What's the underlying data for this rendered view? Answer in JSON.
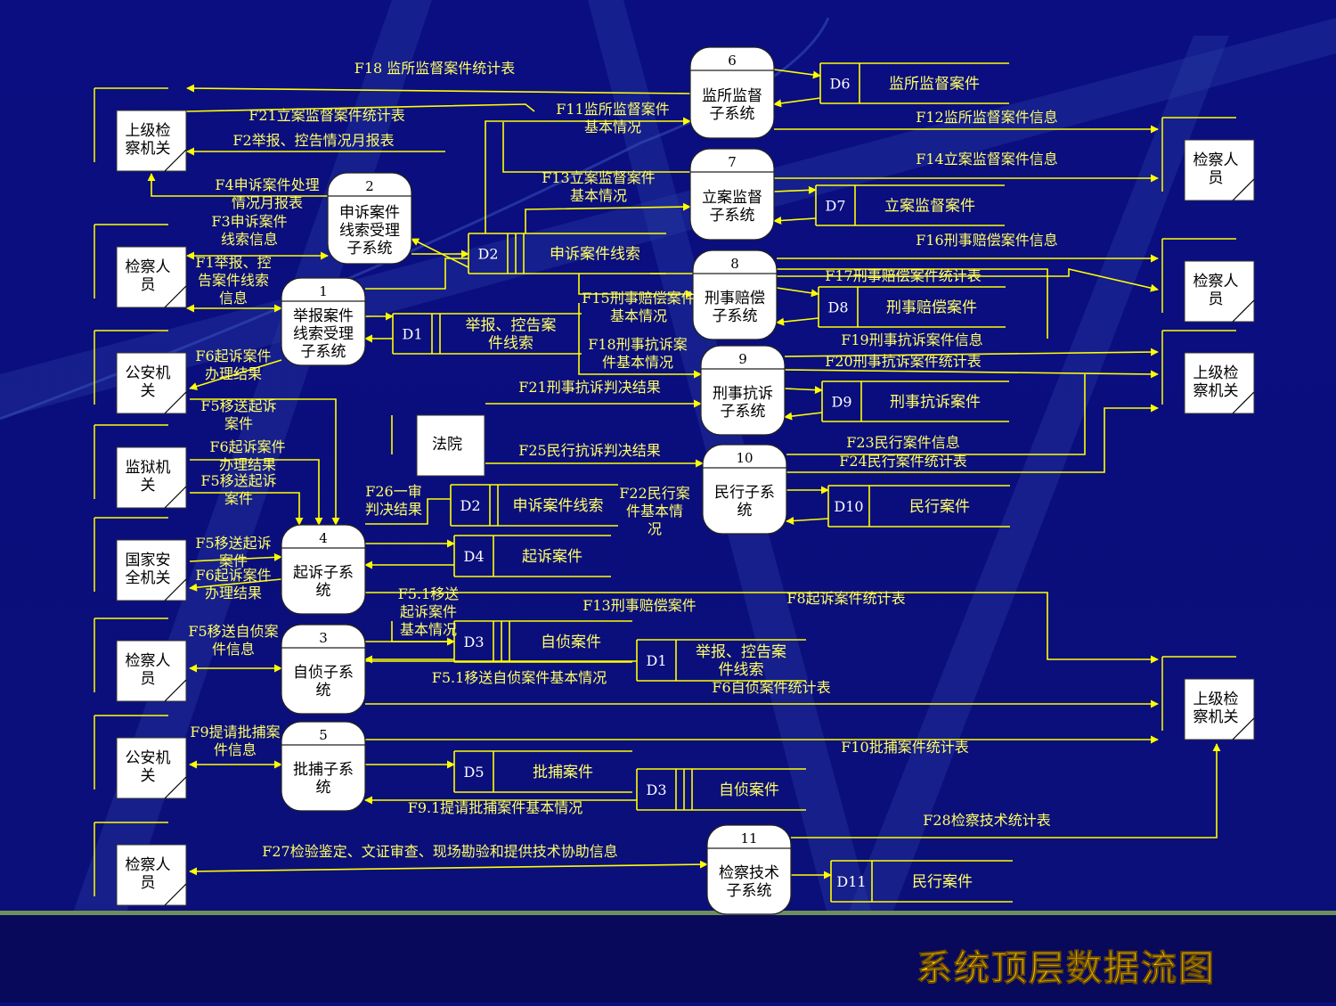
{
  "title": "系统顶层数据流图",
  "colors": {
    "background": "#0b0f7e",
    "line": "#ffff00",
    "label": "#ffff66",
    "box": "#ffffff",
    "title": "#ffcc00"
  },
  "entities": [
    {
      "id": "e1",
      "lines": [
        "上级检",
        "察机关"
      ]
    },
    {
      "id": "e2",
      "lines": [
        "检察人",
        "员"
      ]
    },
    {
      "id": "e3",
      "lines": [
        "公安机",
        "关"
      ]
    },
    {
      "id": "e4",
      "lines": [
        "监狱机",
        "关"
      ]
    },
    {
      "id": "e5",
      "lines": [
        "国家安",
        "全机关"
      ]
    },
    {
      "id": "e6",
      "lines": [
        "检察人",
        "员"
      ]
    },
    {
      "id": "e7",
      "lines": [
        "公安机",
        "关"
      ]
    },
    {
      "id": "e8",
      "lines": [
        "检察人",
        "员"
      ]
    },
    {
      "id": "e9",
      "lines": [
        "检察人",
        "员"
      ]
    },
    {
      "id": "e10",
      "lines": [
        "检察人",
        "员"
      ]
    },
    {
      "id": "e11",
      "lines": [
        "上级检",
        "察机关"
      ]
    },
    {
      "id": "e12",
      "lines": [
        "上级检",
        "察机关"
      ]
    },
    {
      "id": "e13",
      "lines": [
        "法院"
      ]
    }
  ],
  "processes": [
    {
      "id": "p1",
      "num": "1",
      "lines": [
        "举报案件",
        "线索受理",
        "子系统"
      ]
    },
    {
      "id": "p2",
      "num": "2",
      "lines": [
        "申诉案件",
        "线索受理",
        "子系统"
      ]
    },
    {
      "id": "p3",
      "num": "3",
      "lines": [
        "自侦子系",
        "统"
      ]
    },
    {
      "id": "p4",
      "num": "4",
      "lines": [
        "起诉子系",
        "统"
      ]
    },
    {
      "id": "p5",
      "num": "5",
      "lines": [
        "批捕子系",
        "统"
      ]
    },
    {
      "id": "p6",
      "num": "6",
      "lines": [
        "监所监督",
        "子系统"
      ]
    },
    {
      "id": "p7",
      "num": "7",
      "lines": [
        "立案监督",
        "子系统"
      ]
    },
    {
      "id": "p8",
      "num": "8",
      "lines": [
        "刑事赔偿",
        "子系统"
      ]
    },
    {
      "id": "p9",
      "num": "9",
      "lines": [
        "刑事抗诉",
        "子系统"
      ]
    },
    {
      "id": "p10",
      "num": "10",
      "lines": [
        "民行子系",
        "统"
      ]
    },
    {
      "id": "p11",
      "num": "11",
      "lines": [
        "检察技术",
        "子系统"
      ]
    }
  ],
  "stores": [
    {
      "id": "s1",
      "code": "D1",
      "lines": [
        "举报、控告案",
        "件线索"
      ]
    },
    {
      "id": "s2",
      "code": "D2",
      "lines": [
        "申诉案件线索"
      ]
    },
    {
      "id": "s3",
      "code": "D2",
      "lines": [
        "申诉案件线索"
      ]
    },
    {
      "id": "s4",
      "code": "D4",
      "lines": [
        "起诉案件"
      ]
    },
    {
      "id": "s5",
      "code": "D3",
      "lines": [
        "自侦案件"
      ]
    },
    {
      "id": "s6",
      "code": "D1",
      "lines": [
        "举报、控告案",
        "件线索"
      ]
    },
    {
      "id": "s7",
      "code": "D5",
      "lines": [
        "批捕案件"
      ]
    },
    {
      "id": "s8",
      "code": "D3",
      "lines": [
        "自侦案件"
      ]
    },
    {
      "id": "s9",
      "code": "D6",
      "lines": [
        "监所监督案件"
      ]
    },
    {
      "id": "s10",
      "code": "D7",
      "lines": [
        "立案监督案件"
      ]
    },
    {
      "id": "s11",
      "code": "D8",
      "lines": [
        "刑事赔偿案件"
      ]
    },
    {
      "id": "s12",
      "code": "D9",
      "lines": [
        "刑事抗诉案件"
      ]
    },
    {
      "id": "s13",
      "code": "D10",
      "lines": [
        "民行案件"
      ]
    },
    {
      "id": "s14",
      "code": "D11",
      "lines": [
        "民行案件"
      ]
    }
  ],
  "flows": [
    {
      "id": "f1",
      "lines": [
        "F18  监所监督案件统计表"
      ]
    },
    {
      "id": "f2",
      "lines": [
        "F21立案监督案件统计表"
      ]
    },
    {
      "id": "f3",
      "lines": [
        "F2举报、控告情况月报表"
      ]
    },
    {
      "id": "f4",
      "lines": [
        "F4申诉案件处理",
        "情况月报表"
      ]
    },
    {
      "id": "f5",
      "lines": [
        "F3申诉案件",
        "线索信息"
      ]
    },
    {
      "id": "f6",
      "lines": [
        "F1举报、控",
        "告案件线索",
        "信息"
      ]
    },
    {
      "id": "f7",
      "lines": [
        "F6起诉案件",
        "办理结果"
      ]
    },
    {
      "id": "f8",
      "lines": [
        "F5移送起诉",
        "案件"
      ]
    },
    {
      "id": "f9",
      "lines": [
        "F6起诉案件",
        "办理结果"
      ]
    },
    {
      "id": "f10",
      "lines": [
        "F5移送起诉",
        "案件"
      ]
    },
    {
      "id": "f11",
      "lines": [
        "F5移送起诉",
        "案件"
      ]
    },
    {
      "id": "f12",
      "lines": [
        "F6起诉案件",
        "办理结果"
      ]
    },
    {
      "id": "f13",
      "lines": [
        "F5移送自侦案",
        "件信息"
      ]
    },
    {
      "id": "f14",
      "lines": [
        "F9提请批捕案",
        "件信息"
      ]
    },
    {
      "id": "f15",
      "lines": [
        "F27检验鉴定、文证审查、现场勘验和提供技术协助信息"
      ]
    },
    {
      "id": "f16",
      "lines": [
        "F11监所监督案件",
        "基本情况"
      ]
    },
    {
      "id": "f17",
      "lines": [
        "F13立案监督案件",
        "基本情况"
      ]
    },
    {
      "id": "f18",
      "lines": [
        "F15刑事赔偿案件",
        "基本情况"
      ]
    },
    {
      "id": "f19",
      "lines": [
        "F18刑事抗诉案",
        "件基本情况"
      ]
    },
    {
      "id": "f20",
      "lines": [
        "F21刑事抗诉判决结果"
      ]
    },
    {
      "id": "f21",
      "lines": [
        "F25民行抗诉判决结果"
      ]
    },
    {
      "id": "f22",
      "lines": [
        "F26一审",
        "判决结果"
      ]
    },
    {
      "id": "f23",
      "lines": [
        "F22民行案",
        "件基本情",
        "况"
      ]
    },
    {
      "id": "f24",
      "lines": [
        "F5.1移送",
        "起诉案件",
        "基本情况"
      ]
    },
    {
      "id": "f25",
      "lines": [
        "F13刑事赔偿案件"
      ]
    },
    {
      "id": "f26",
      "lines": [
        "F8起诉案件统计表"
      ]
    },
    {
      "id": "f27",
      "lines": [
        "F5.1移送自侦案件基本情况"
      ]
    },
    {
      "id": "f28",
      "lines": [
        "F6自侦案件统计表"
      ]
    },
    {
      "id": "f29",
      "lines": [
        "F10批捕案件统计表"
      ]
    },
    {
      "id": "f30",
      "lines": [
        "F9.1提请批捕案件基本情况"
      ]
    },
    {
      "id": "f31",
      "lines": [
        "F28检察技术统计表"
      ]
    },
    {
      "id": "f32",
      "lines": [
        "F12监所监督案件信息"
      ]
    },
    {
      "id": "f33",
      "lines": [
        "F14立案监督案件信息"
      ]
    },
    {
      "id": "f34",
      "lines": [
        "F16刑事赔偿案件信息"
      ]
    },
    {
      "id": "f35",
      "lines": [
        "F17刑事赔偿案件统计表"
      ]
    },
    {
      "id": "f36",
      "lines": [
        "F19刑事抗诉案件信息"
      ]
    },
    {
      "id": "f37",
      "lines": [
        "F20刑事抗诉案件统计表"
      ]
    },
    {
      "id": "f38",
      "lines": [
        "F23民行案件信息"
      ]
    },
    {
      "id": "f39",
      "lines": [
        "F24民行案件统计表"
      ]
    }
  ]
}
